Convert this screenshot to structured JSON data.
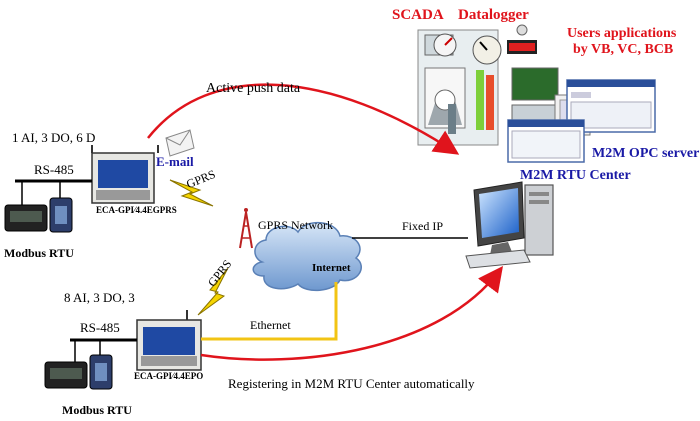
{
  "labels": {
    "scada": "SCADA",
    "datalogger": "Datalogger",
    "users_app_line1": "Users applications",
    "users_app_line2": "by VB, VC, BCB",
    "m2m_opc_server": "M2M OPC server",
    "m2m_rtu_center": "M2M RTU Center",
    "active_push": "Active push data",
    "top_io": "1 AI, 3 DO, 6 D",
    "top_rs485": "RS-485",
    "email": "E-mail",
    "gprs_top": "GPRS",
    "top_device": "ECA-GPI⁄4.4EGPRS",
    "modbus_top": "Modbus RTU",
    "gprs_network": "GPRS Network",
    "internet": "Internet",
    "fixed_ip": "Fixed IP",
    "gprs_bottom": "GPRS",
    "bottom_io": "8 AI, 3 DO, 3",
    "bottom_rs485": "RS-485",
    "ethernet": "Ethernet",
    "bottom_device": "ECA-GPI⁄4.4EPO",
    "registering": "Registering in M2M RTU Center automatically",
    "modbus_bottom": "Modbus RTU"
  },
  "colors": {
    "arrow_red": "#e0141c",
    "ethernet_yellow": "#f2c414",
    "lightning_yellow": "#f5d400",
    "title_red": "#e0141c",
    "title_blue": "#1a1aa6",
    "cloud_blue": "#7fa9d8"
  },
  "icons": [
    "computer-icon",
    "email-envelope-icon",
    "lightning-icon",
    "antenna-tower-icon",
    "cloud-icon",
    "rtu-device-icon",
    "modbus-meter-icon",
    "scada-screens-icon"
  ]
}
